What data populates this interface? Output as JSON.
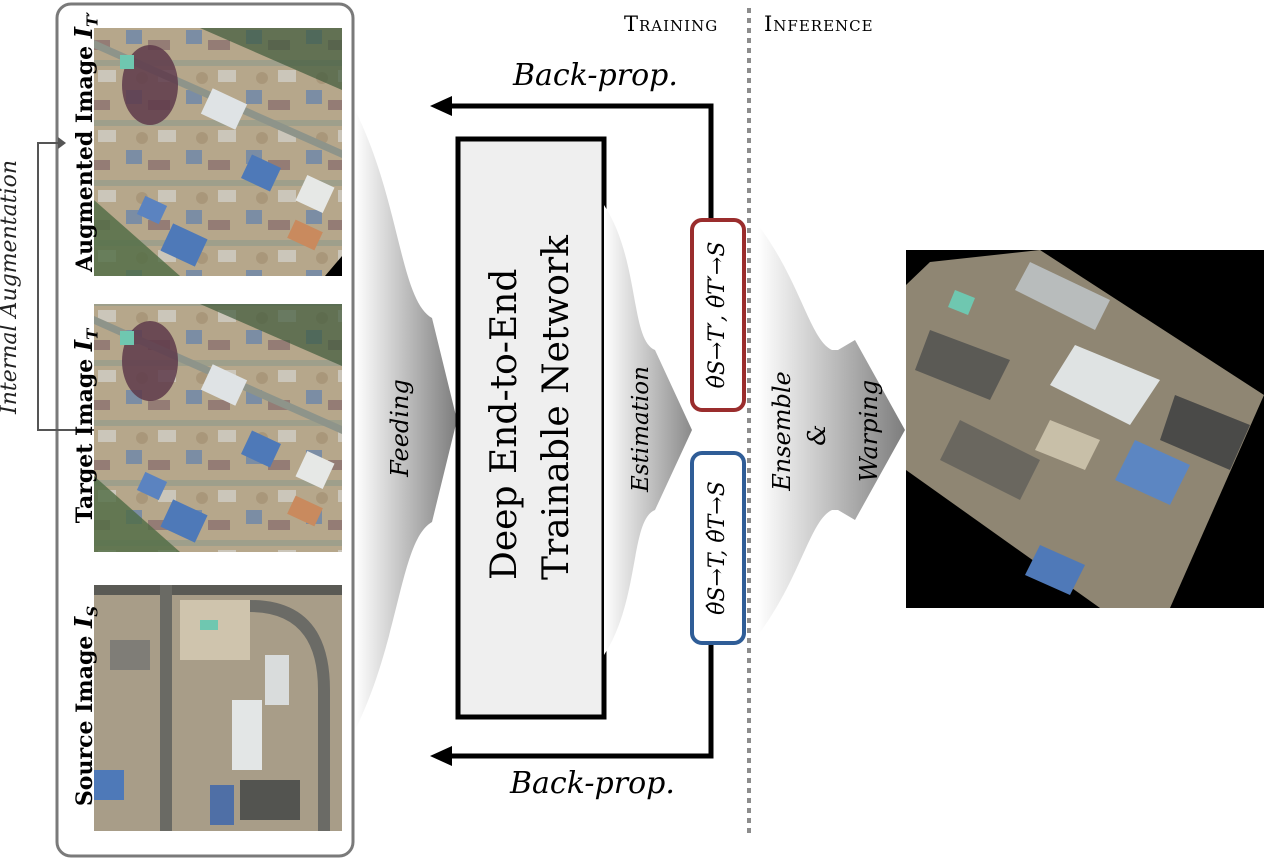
{
  "header": {
    "training": "Training",
    "inference": "Inference"
  },
  "labels": {
    "internal_augmentation": "Internal Augmentation",
    "feeding": "Feeding",
    "estimation": "Estimation",
    "ensemble": "Ensemble",
    "ampersand": "&",
    "warping": "Warping",
    "back_prop_top": "Back-prop.",
    "back_prop_bottom": "Back-prop."
  },
  "images": {
    "augmented": {
      "label_main": "Augmented Image ",
      "label_var": "I",
      "label_sub": "T′"
    },
    "target": {
      "label_main": "Target Image ",
      "label_var": "I",
      "label_sub": "T"
    },
    "source": {
      "label_main": "Source Image ",
      "label_var": "I",
      "label_sub": "S"
    }
  },
  "network": {
    "line1": "Deep End-to-End",
    "line2": "Trainable Network"
  },
  "estimates": {
    "top": "θ̂S→T′, θ̂T′→S",
    "bottom": "θ̂S→T, θ̂T→S"
  },
  "colors": {
    "estimate_top_border": "#9a2d2d",
    "estimate_bottom_border": "#2f5d97",
    "network_fill": "#efefef",
    "panel_border": "#7a7a7a",
    "divider": "#8c8c8c",
    "satellite_ground": "#b9a98b",
    "satellite_dark": "#3b4a3a",
    "roof_blue": "#4e79b8",
    "roof_white": "#e4e6e6"
  }
}
